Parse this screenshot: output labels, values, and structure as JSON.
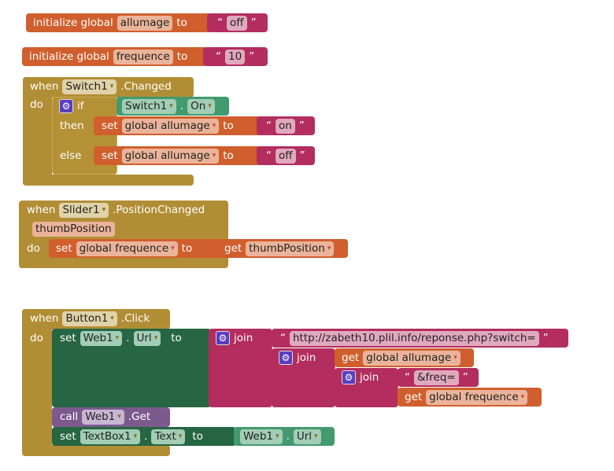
{
  "init1": {
    "kw": "initialize global",
    "name": "allumage",
    "to": "to",
    "value": "off"
  },
  "init2": {
    "kw": "initialize global",
    "name": "frequence",
    "to": "to",
    "value": "10"
  },
  "switch_event": {
    "when": "when",
    "component": "Switch1",
    "event": ".Changed",
    "do": "do",
    "if": "if",
    "then": "then",
    "else": "else",
    "cond_component": "Switch1",
    "dot": ".",
    "cond_prop": "On",
    "set": "set",
    "var": "global allumage",
    "to": "to",
    "then_value": "on",
    "else_value": "off"
  },
  "slider_event": {
    "when": "when",
    "component": "Slider1",
    "event": ".PositionChanged",
    "param": "thumbPosition",
    "do": "do",
    "set": "set",
    "var": "global frequence",
    "to": "to",
    "get": "get",
    "get_var": "thumbPosition"
  },
  "button_event": {
    "when": "when",
    "component": "Button1",
    "event": ".Click",
    "do": "do",
    "set": "set",
    "web": "Web1",
    "dot": ".",
    "url": "Url",
    "to": "to",
    "join": "join",
    "url_text": "http://zabeth10.plil.info/reponse.php?switch=",
    "get": "get",
    "var1": "global allumage",
    "freq_text": "&freq=",
    "var2": "global frequence",
    "call": "call",
    "get_method": ".Get",
    "textbox": "TextBox1",
    "text_prop": "Text"
  },
  "quote_open": "“",
  "quote_close": "”",
  "dropdown": "▾",
  "gear": "⚙"
}
